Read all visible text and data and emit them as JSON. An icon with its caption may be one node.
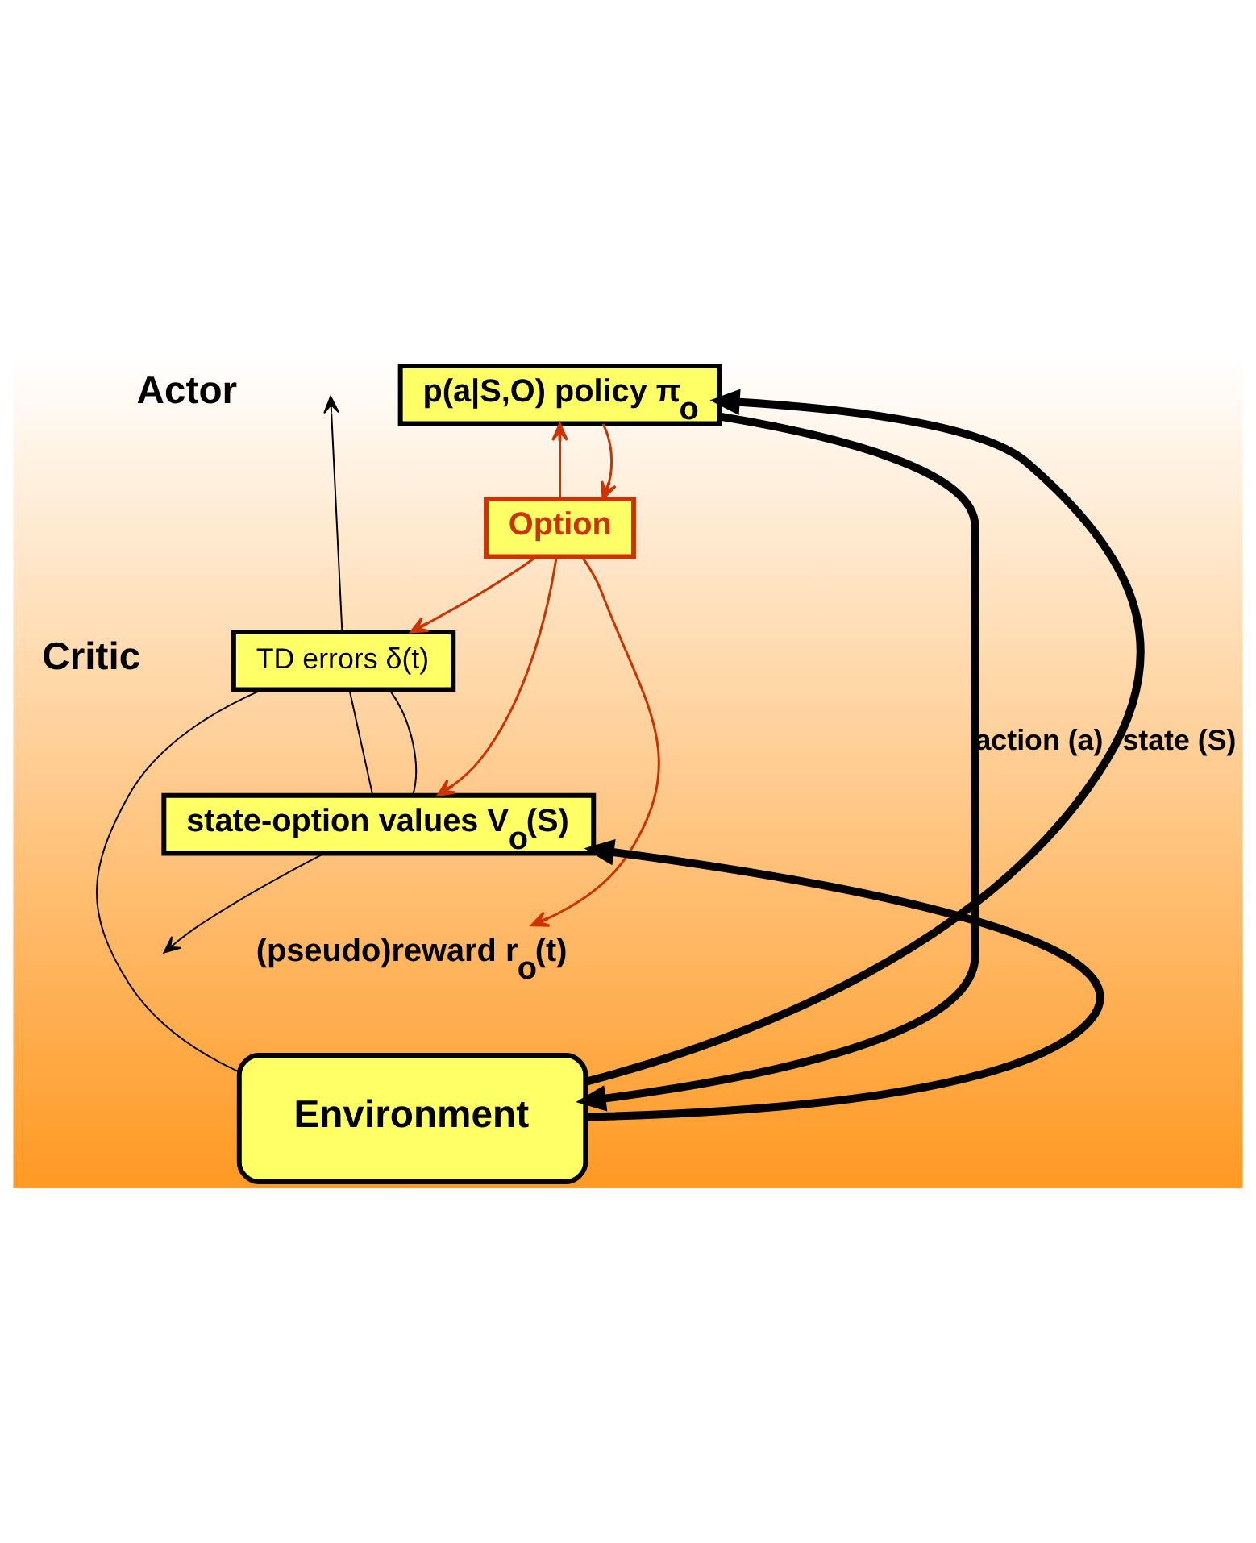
{
  "diagram": {
    "nodes": [
      {
        "text": [
          "p(a|S,O) policy π$_{o}$"
        ]
      },
      {
        "text": [
          "Option"
        ]
      },
      {
        "text": [
          "TD errors δ(t)"
        ]
      },
      {
        "text": [
          "state-option values V$_{o}$(S)"
        ]
      },
      {
        "text": [
          "(pseudo)reward r$_{o}$(t)"
        ]
      },
      {
        "text": [
          "Environment"
        ]
      }
    ],
    "edges": [
      {
        "from": 5,
        "to": 0,
        "arrow": "to",
        "label": "state (S)",
        "style": "thick"
      },
      {
        "from": 5,
        "to": 3,
        "arrow": "to",
        "style": "thick"
      },
      {
        "from": 0,
        "to": 5,
        "arrow": "to",
        "label": "action (a)",
        "style": "thick"
      },
      {
        "from": 1,
        "to": 0,
        "arrow": "to",
        "color": "#cc3300"
      },
      {
        "from": 0,
        "to": 1,
        "arrow": "to",
        "color": "#cc3300"
      },
      {
        "from": 1,
        "to": 3,
        "arrow": "to",
        "color": "#cc3300"
      },
      {
        "from": 1,
        "to": 2,
        "arrow": "to",
        "color": "#cc3300"
      },
      {
        "from": 1,
        "to": 4,
        "arrow": "to",
        "color": "#cc3300"
      },
      {
        "from": 2,
        "to": null,
        "arrow": "to"
      },
      {
        "from": 3,
        "to": 2,
        "arrow": "none"
      },
      {
        "from": 3,
        "to": 2,
        "arrow": "none"
      },
      {
        "from": 2,
        "to": 5,
        "arrow": "none"
      },
      {
        "from": 3,
        "to": null,
        "arrow": "to"
      }
    ],
    "labels": [
      "Actor",
      "Critic"
    ]
  }
}
